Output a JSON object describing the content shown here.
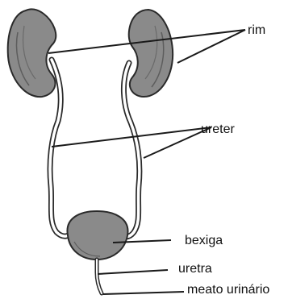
{
  "labels": {
    "rim": "rim",
    "ureter": "ureter",
    "bexiga": "bexiga",
    "uretra": "uretra",
    "meato": "meato urinário"
  },
  "colors": {
    "organ_fill": "#8a8a8a",
    "organ_stroke": "#2a2a2a",
    "tube_fill": "#ffffff",
    "line": "#1a1a1a"
  }
}
